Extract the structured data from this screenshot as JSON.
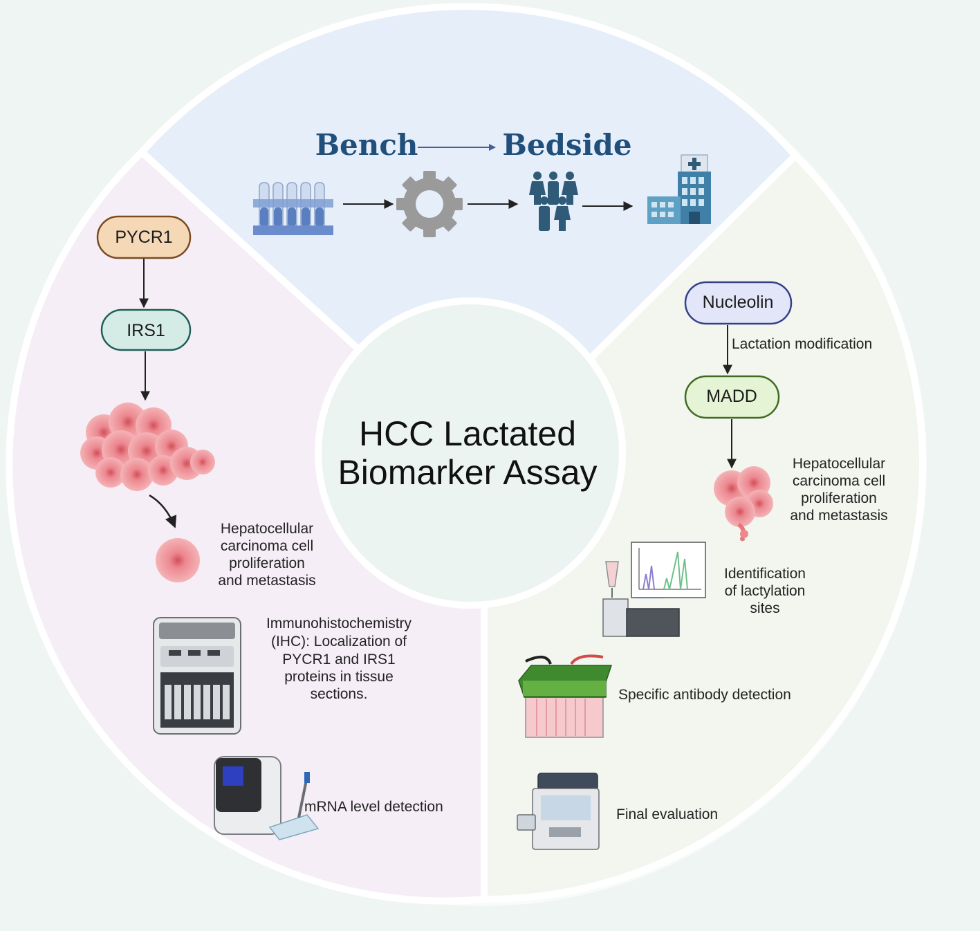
{
  "center": {
    "line1": "HCC Lactated",
    "line2": "Biomarker Assay"
  },
  "top": {
    "bench": "Bench",
    "bedside": "Bedside"
  },
  "left": {
    "node1": "PYCR1",
    "node2": "IRS1",
    "outcome": [
      "Hepatocellular",
      "carcinoma cell",
      "proliferation",
      "and metastasis"
    ],
    "ihc": [
      "Immunohistochemistry",
      "(IHC): Localization of",
      "PYCR1 and IRS1",
      "proteins in tissue",
      "sections."
    ],
    "mrna": "mRNA level detection"
  },
  "right": {
    "node1": "Nucleolin",
    "edge_label": "Lactation modification",
    "node2": "MADD",
    "outcome": [
      "Hepatocellular",
      "carcinoma cell",
      "proliferation",
      "and metastasis"
    ],
    "identification": [
      "Identification",
      "of lactylation",
      "sites"
    ],
    "antibody": "Specific antibody detection",
    "final": "Final evaluation"
  },
  "colors": {
    "top_sector": "#e6eefa",
    "left_sector": "#f5eef6",
    "right_sector": "#f2f6ee",
    "center": "#ecf4f1",
    "title_blue": "#1f4f7a",
    "cell_pink": "#e8777d"
  },
  "icons": [
    "test-tube-rack-icon",
    "gear-icon",
    "people-icon",
    "hospital-icon",
    "cancer-cell-cluster-icon",
    "single-cell-icon",
    "ihc-stainer-icon",
    "pcr-machine-icon",
    "mass-spectrometer-icon",
    "electrophoresis-tank-icon",
    "analyzer-icon"
  ]
}
